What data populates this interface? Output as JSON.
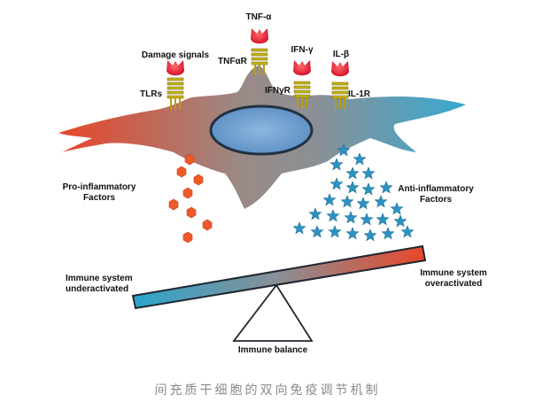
{
  "receptors": {
    "damage_signals": "Damage signals",
    "tlrs": "TLRs",
    "tnf_alpha": "TNF-α",
    "tnf_alpha_r": "TNFαR",
    "ifn_gamma": "IFN-γ",
    "ifn_gamma_r": "IFNγR",
    "il_beta": "IL-β",
    "il_1r": "IL-1R"
  },
  "factors": {
    "pro_line1": "Pro-inflammatory",
    "pro_line2": "Factors",
    "anti_line1": "Anti-inflammatory",
    "anti_line2": "Factors"
  },
  "balance": {
    "under_line1": "Immune system",
    "under_line2": "underactivated",
    "over_line1": "Immune system",
    "over_line2": "overactivated",
    "fulcrum_label": "Immune balance"
  },
  "caption": "间充质干细胞的双向免疫调节机制",
  "colors": {
    "pro": "#e8452a",
    "anti": "#2a8fbd",
    "cell_mid": "#8f8a88",
    "nucleus": "#6f9fce",
    "ligand": "#e8243a",
    "receptor": "#c7b312"
  }
}
